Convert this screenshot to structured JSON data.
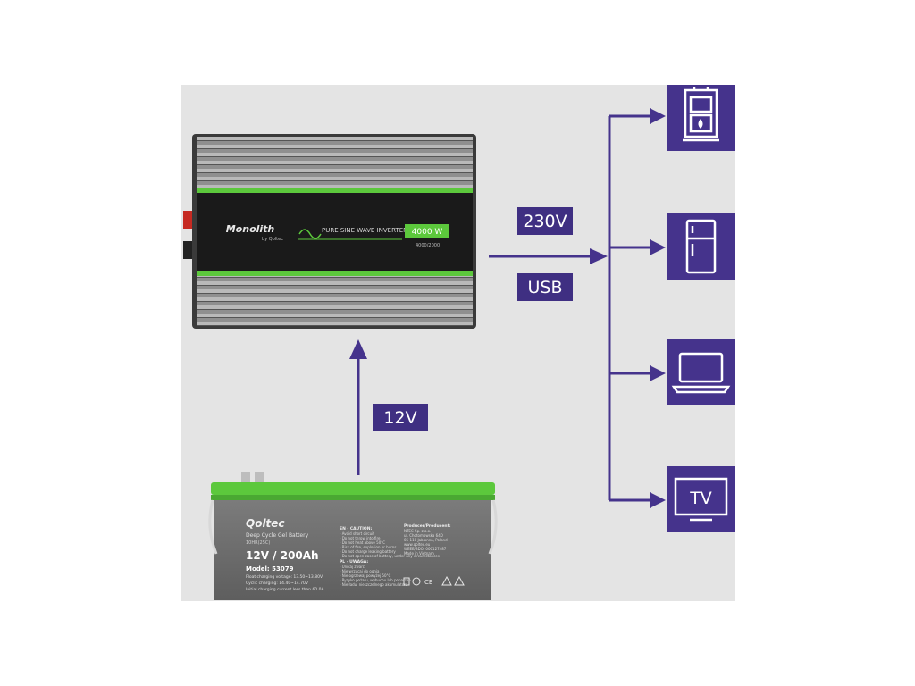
{
  "colors": {
    "accent": "#45338c",
    "label_bg": "#3f2f82",
    "green": "#5cc83c",
    "panel_bg": "#e4e4e4"
  },
  "inverter": {
    "brand": "Monolith",
    "sub_brand": "by Qoltec",
    "type_text": "PURE SINE WAVE INVERTER",
    "power": "4000 W",
    "power_sub": "4000/2000"
  },
  "battery": {
    "brand": "Qoltec",
    "line1": "Deep Cycle Gel Battery",
    "line2": "10HR(25C)",
    "rating": "12V / 200Ah",
    "model": "Model: 53079",
    "spec1": "Float charging voltage: 13.50~13.80V",
    "spec2": "Cyclic charging: 14.40~14.70V",
    "spec3": "Initial charging current less than 60.0A",
    "caution_title": "EN - CAUTION:",
    "caution_lines": [
      "- Avoid short circuit",
      "- Do not throw into fire",
      "- Do not heat above 50°C",
      "- Risk of fire, explosion or burns",
      "- Do not charge leaking battery",
      "- Do not open case of battery, under any circumstances"
    ],
    "pl_title": "PL - UWAGA:",
    "pl_lines": [
      "- Unikaj zwarć",
      "- Nie wrzucaj do ognia",
      "- Nie ogrzewaj powyżej 50°C",
      "- Ryzyko pożaru, wybuchu lub poparzeń",
      "- Nie ładuj nieszczelnego akumulatora"
    ],
    "producer_title": "Producer/Producent:",
    "producer_lines": [
      "NTEC Sp. z o.o.",
      "ul. Chotomowska 64D",
      "05-110 Jabłonna, Poland",
      "www.qoltec.eu",
      "WEEE/BDO: 000127487",
      "Made in Vietnam"
    ]
  },
  "labels": {
    "output_ac": "230V",
    "output_usb": "USB",
    "input": "12V"
  },
  "devices": [
    {
      "icon": "boiler-icon"
    },
    {
      "icon": "fridge-icon"
    },
    {
      "icon": "laptop-icon"
    },
    {
      "icon": "tv-icon",
      "text": "TV"
    }
  ]
}
